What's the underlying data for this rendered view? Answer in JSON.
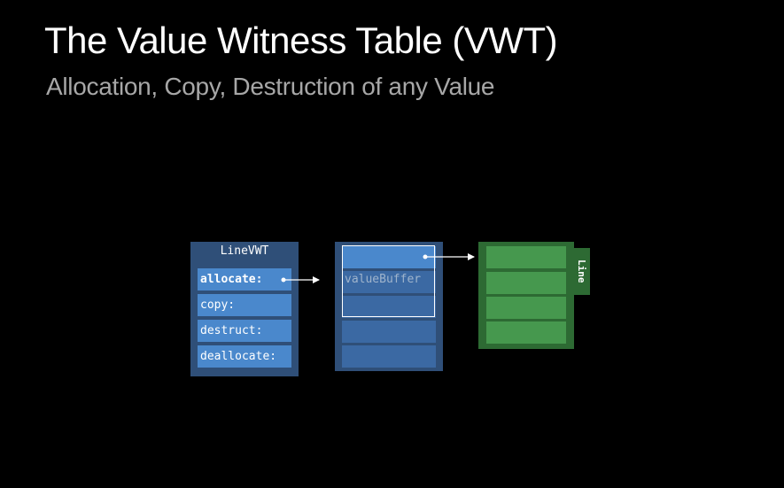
{
  "slide": {
    "title": "The Value Witness Table (VWT)",
    "subtitle": "Allocation, Copy, Destruction of any Value"
  },
  "vwt": {
    "header": "LineVWT",
    "rows": [
      "allocate:",
      "copy:",
      "destruct:",
      "deallocate:"
    ]
  },
  "container": {
    "buffer_label": "valueBuffer"
  },
  "line_box": {
    "label": "Line"
  },
  "colors": {
    "background": "#000000",
    "table_dark_blue": "#2f4f78",
    "row_blue": "#4a88cc",
    "cell_blue": "#3b69a3",
    "heap_green_dark": "#2d6a33",
    "heap_green_light": "#46984e"
  }
}
